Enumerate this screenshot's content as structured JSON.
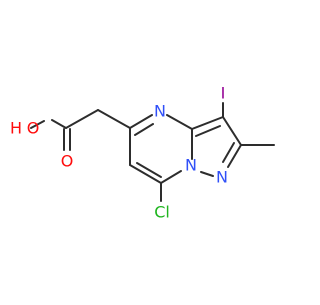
{
  "molecule": {
    "atom_labels": {
      "oxygen_hydroxyl": "O",
      "hydrogen_hydroxyl": "H",
      "oxygen_carbonyl": "O",
      "nitrogen_4": "N",
      "nitrogen_bridge": "N",
      "nitrogen_1": "N",
      "iodine": "I",
      "chlorine": "Cl"
    },
    "colors": {
      "bond": "#2d2d2d",
      "oxygen": "#ff0d0d",
      "nitrogen": "#3050f8",
      "iodine": "#940094",
      "chlorine": "#1fb51f"
    }
  }
}
